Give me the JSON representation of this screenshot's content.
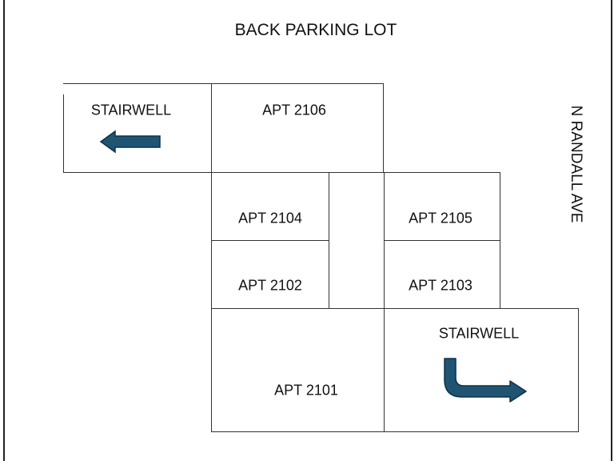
{
  "header": {
    "title": "BACK PARKING LOT"
  },
  "street": {
    "label": "N RANDALL AVE"
  },
  "rooms": {
    "stairwell_top": "STAIRWELL",
    "apt_2106": "APT 2106",
    "apt_2104": "APT 2104",
    "apt_2105": "APT 2105",
    "apt_2102": "APT 2102",
    "apt_2103": "APT 2103",
    "apt_2101": "APT 2101",
    "stairwell_bottom": "STAIRWELL"
  },
  "colors": {
    "arrow_fill": "#1f5473",
    "arrow_stroke": "#0e3147",
    "wall": "#333333"
  },
  "icons": {
    "stairwell_top_arrow": "arrow-left-icon",
    "stairwell_bottom_arrow": "arrow-down-right-icon"
  }
}
